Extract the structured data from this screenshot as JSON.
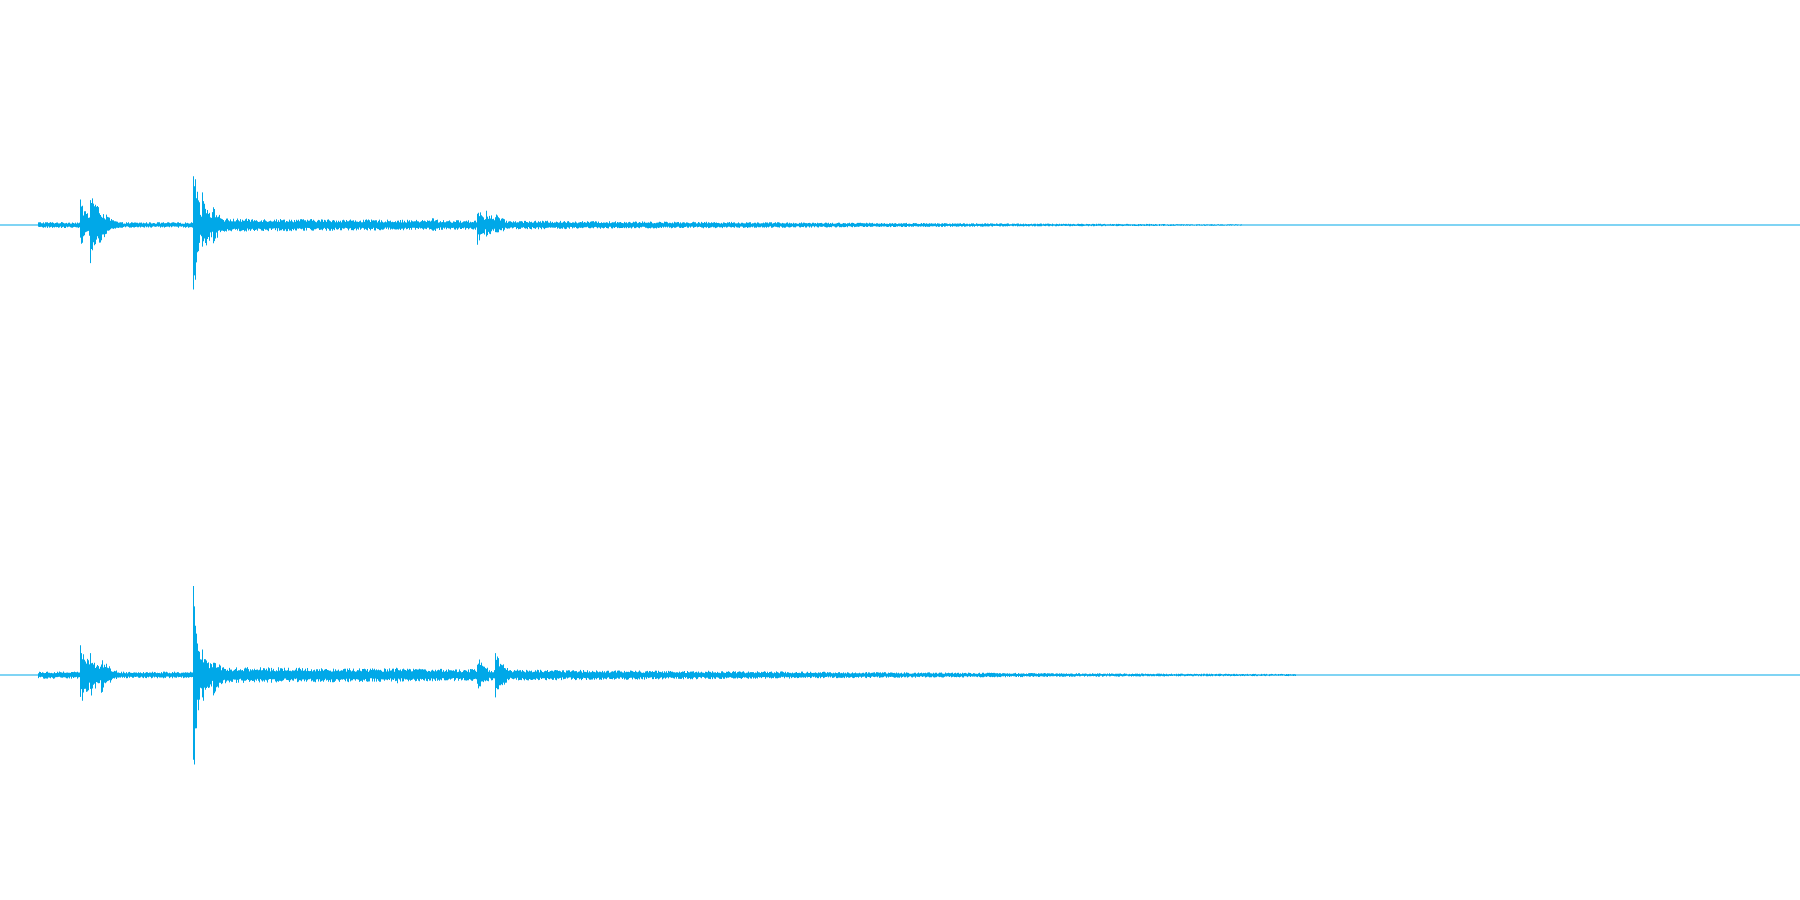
{
  "waveform": {
    "color": "#00a8e8",
    "background": "#ffffff",
    "channels": [
      {
        "name": "",
        "events": [
          {
            "t": 0.021,
            "amp": 0.02
          },
          {
            "t": 0.044,
            "amp": 0.25
          },
          {
            "t": 0.05,
            "amp": 0.35
          },
          {
            "t": 0.055,
            "amp": 0.18
          },
          {
            "t": 0.107,
            "amp": 1.0
          },
          {
            "t": 0.112,
            "amp": 0.32
          },
          {
            "t": 0.118,
            "amp": 0.18
          },
          {
            "t": 0.24,
            "amp": 0.08
          },
          {
            "t": 0.265,
            "amp": 0.18
          },
          {
            "t": 0.27,
            "amp": 0.14
          },
          {
            "t": 0.275,
            "amp": 0.12
          }
        ],
        "noise_floor": 0.02,
        "decay_end": 0.69
      },
      {
        "name": "",
        "events": [
          {
            "t": 0.021,
            "amp": 0.02
          },
          {
            "t": 0.044,
            "amp": 0.26
          },
          {
            "t": 0.05,
            "amp": 0.18
          },
          {
            "t": 0.056,
            "amp": 0.14
          },
          {
            "t": 0.107,
            "amp": 1.0
          },
          {
            "t": 0.112,
            "amp": 0.22
          },
          {
            "t": 0.118,
            "amp": 0.16
          },
          {
            "t": 0.22,
            "amp": 0.07
          },
          {
            "t": 0.265,
            "amp": 0.14
          },
          {
            "t": 0.275,
            "amp": 0.17
          }
        ],
        "noise_floor": 0.02,
        "decay_end": 0.72
      }
    ]
  }
}
